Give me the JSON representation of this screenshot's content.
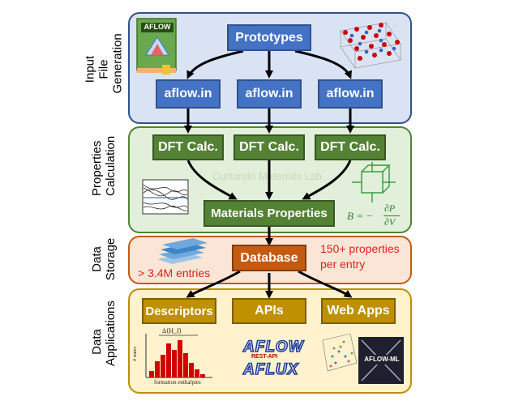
{
  "stages": {
    "input": [
      "Input File",
      "Generation"
    ],
    "properties": [
      "Properties",
      "Calculation"
    ],
    "storage": [
      "Data",
      "Storage"
    ],
    "applications": [
      "Data",
      "Applications"
    ]
  },
  "input_panel": {
    "prototypes": "Prototypes",
    "aflow_in": [
      "aflow.in",
      "aflow.in",
      "aflow.in"
    ],
    "book_title": "AFLOW"
  },
  "properties_panel": {
    "dft": [
      "DFT Calc.",
      "DFT Calc.",
      "DFT Calc."
    ],
    "materials": "Materials Properties",
    "watermark": "Curtarolo Materials  Lab",
    "bulk_formula_lhs": "B = −",
    "bulk_formula_num": "∂P",
    "bulk_formula_den": "∂V"
  },
  "storage_panel": {
    "database": "Database",
    "entries": "> 3.4M entries",
    "props_line1": "150+ properties",
    "props_line2": "per entry"
  },
  "applications_panel": {
    "descriptors": "Descriptors",
    "apis": "APIs",
    "webapps": "Web Apps",
    "hist_title": "Δ⟨H_f⟩",
    "hist_xlabel": "formation enthalpies",
    "hist_ylabel": "# states",
    "aflow_logo": "AFLOW",
    "rest_api": "REST-API",
    "aflux": "AFLUX",
    "aflow_ml": "AFLOW-ML"
  },
  "colors": {
    "input_bg": "#dae3f3",
    "input_border": "#2f528f",
    "properties_bg": "#e2efda",
    "properties_border": "#548235",
    "storage_bg": "#fbe5d6",
    "storage_border": "#c55a11",
    "applications_bg": "#fff2cc",
    "applications_border": "#bf9000"
  }
}
